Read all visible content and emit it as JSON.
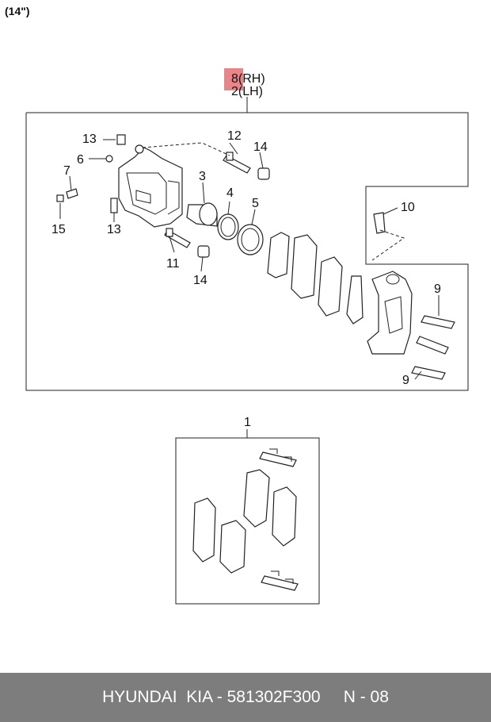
{
  "header": {
    "wheel_size": "(14\")"
  },
  "assembly_callout": {
    "rh": "8(RH)",
    "lh": "2(LH)",
    "highlight_color": "#e8858a"
  },
  "callouts": {
    "c1": "1",
    "c3": "3",
    "c4": "4",
    "c5": "5",
    "c6": "6",
    "c7": "7",
    "c9a": "9",
    "c9b": "9",
    "c10": "10",
    "c11": "11",
    "c12": "12",
    "c13a": "13",
    "c13b": "13",
    "c14a": "14",
    "c14b": "14",
    "c15": "15"
  },
  "footer": {
    "text": "HYUNDAI  KIA - 581302F300     N - 08",
    "background": "#7d7d7d"
  }
}
